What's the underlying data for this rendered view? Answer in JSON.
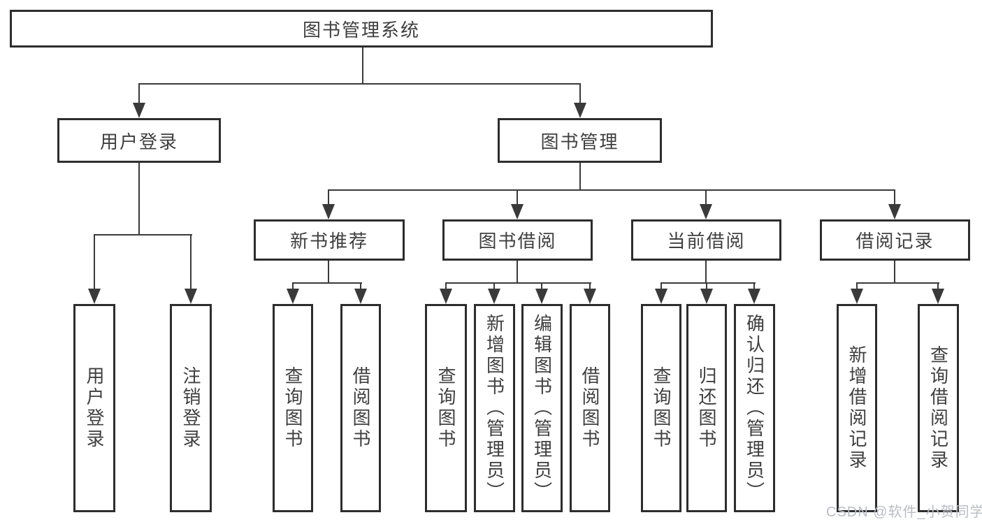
{
  "diagram_title": "图书管理系统",
  "nodes": {
    "root": "图书管理系统",
    "user_login": "用户登录",
    "book_management": "图书管理",
    "new_book_recommend": "新书推荐",
    "book_borrow": "图书借阅",
    "current_borrow": "当前借阅",
    "borrow_records": "借阅记录"
  },
  "leaves": {
    "user_login": "用户登录",
    "logout": "注销登录",
    "recommend_query_book": "查询图书",
    "recommend_borrow_book": "借阅图书",
    "borrow_query_book": "查询图书",
    "add_book_admin": "新增图书（管理员）",
    "edit_book_admin": "编辑图书（管理员）",
    "borrow_borrow_book": "借阅图书",
    "current_query_book": "查询图书",
    "return_book": "归还图书",
    "confirm_return_admin": "确认归还（管理员）",
    "add_borrow_record": "新增借阅记录",
    "query_borrow_record": "查询借阅记录"
  },
  "tree": {
    "图书管理系统": {
      "用户登录": [
        "用户登录",
        "注销登录"
      ],
      "图书管理": {
        "新书推荐": [
          "查询图书",
          "借阅图书"
        ],
        "图书借阅": [
          "查询图书",
          "新增图书（管理员）",
          "编辑图书（管理员）",
          "借阅图书"
        ],
        "当前借阅": [
          "查询图书",
          "归还图书",
          "确认归还（管理员）"
        ],
        "借阅记录": [
          "新增借阅记录",
          "查询借阅记录"
        ]
      }
    }
  },
  "watermark": "CSDN @软件_小贺同学",
  "colors": {
    "line": "#3a3a3a",
    "box_border": "#2d2d2d",
    "text": "#3f3f3f",
    "watermark": "#b9bdc5",
    "background": "#ffffff"
  }
}
